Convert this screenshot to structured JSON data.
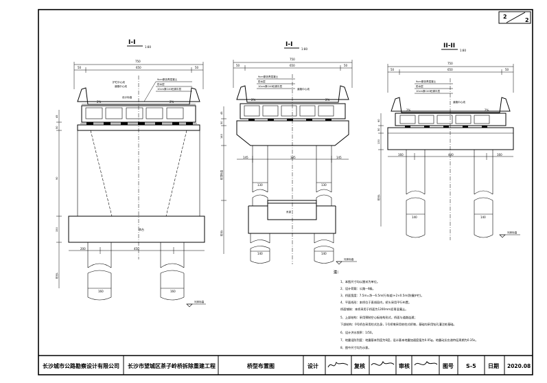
{
  "sheet": {
    "current": "2",
    "total": "2"
  },
  "sections": [
    {
      "title": "I-I",
      "scale": "1:80",
      "dims": {
        "overall": "750",
        "left": "50",
        "middle": "650",
        "right": "50",
        "pile_spacing": "450",
        "cap_side": "200",
        "pile_dia": "160"
      },
      "callouts": [
        "护栏中心线",
        "道路中心线",
        "设计标高",
        "9cm厚沥青混凝土",
        "防水层",
        "10cm厚C40砼调平层"
      ],
      "slope_left": "2%",
      "slope_right": "2%",
      "cap_label": "承台",
      "vertical_dims": [
        "45",
        "50",
        "90",
        "150",
        "桩长L"
      ],
      "ground_label": "河床标高"
    },
    {
      "title": "I-I",
      "scale": "1:80",
      "dims": {
        "overall": "750",
        "left": "50",
        "middle": "650",
        "right": "50",
        "col_left": "145",
        "col_mid": "385",
        "col_right": "145",
        "col_dia": "130",
        "pile_dia": "140"
      },
      "callouts": [
        "9cm厚沥青混凝土",
        "防水层",
        "10cm厚C40砼调平层",
        "道路中心线"
      ],
      "slope_left": "2%",
      "slope_right": "2%",
      "tie_label": "系梁",
      "vertical_dims": [
        "45",
        "50",
        "140",
        "桩顶标高",
        "桩长L"
      ],
      "ground_label": "河床标高"
    },
    {
      "title": "II-II",
      "scale": "1:80",
      "dims": {
        "overall": "750",
        "left": "50",
        "middle": "650",
        "right": "50",
        "col_left": "160",
        "col_mid": "430",
        "col_right": "160",
        "pile_dia": "140"
      },
      "callouts": [
        "9cm厚沥青混凝土",
        "防水层",
        "10cm厚C40砼调平层",
        "道路中心线"
      ],
      "slope_left": "2%",
      "slope_right": "2%",
      "vertical_dims": [
        "60",
        "50",
        "130",
        "桩长L"
      ],
      "ground_label": "河床标高"
    }
  ],
  "notes": {
    "heading": "注：",
    "items": [
      "1、本图尺寸均以厘米为单位。",
      "2、设计荷载：公路—Ⅱ级。",
      "3、桥面宽度：7.5m=净—6.5m(行车道)+2×0.5m(防撞护栏)。",
      "4、平面线形：本桥位于直线段内，桥头采用平行布置。",
      "   桥面铺装：本桥采用于桥面为1200mm沥青混凝土。",
      "5、上部结构：采用预制空心板结构形式，桥面与道路连通；",
      "   下部结构：0号桥台采用柱式台身，1号桥墩采用桩柱式桥墩，基础均采用钻孔灌注桩基础。",
      "6、设计洪水频率：1/50。",
      "7、地震设防烈度：地震基本烈度为6度，设计基本地震加速度值为0.05g，地震动反应谱特征周期为0.35s。",
      "8、图中尺寸均为示意。"
    ]
  },
  "title_block": {
    "company": "长沙城市公路勘察设计有限公司",
    "project": "长沙市望城区茶子岭桥拆除重建工程",
    "drawing": "桥型布置图",
    "design_label": "设计",
    "review_label": "复核",
    "audit_label": "审核",
    "drawing_no_label": "图号",
    "drawing_no": "S-5",
    "date_label": "日期",
    "date": "2020.08"
  }
}
